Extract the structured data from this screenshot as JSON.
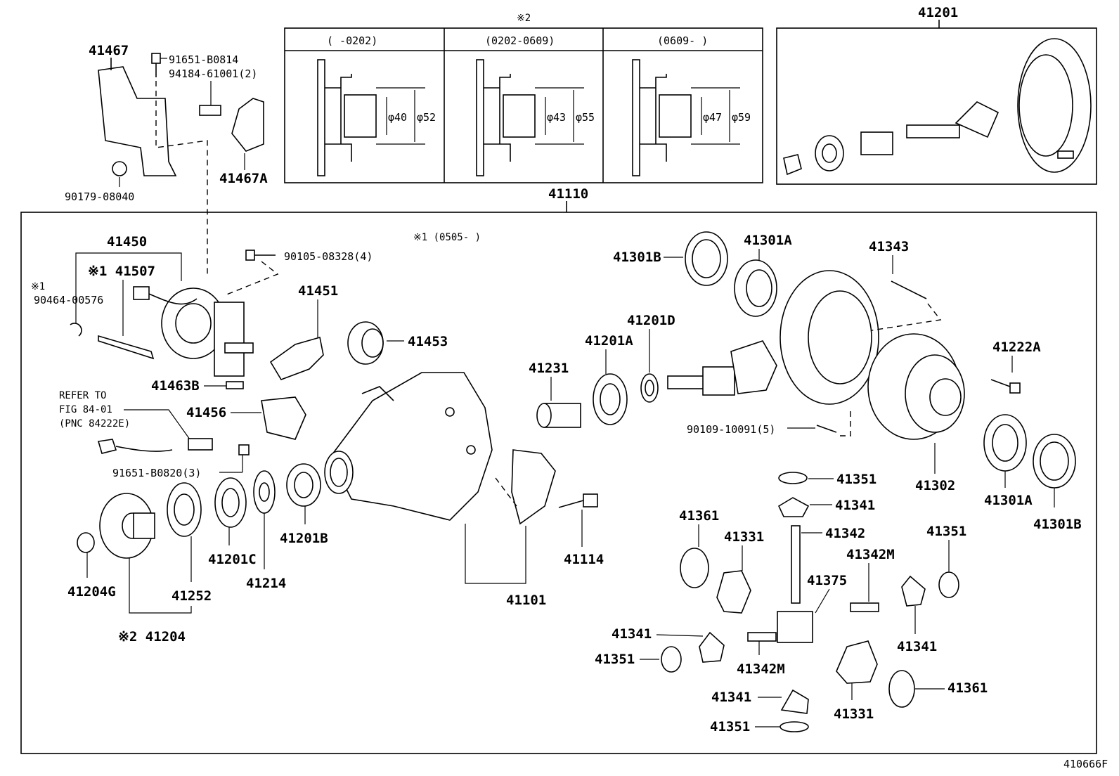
{
  "footer_code": "410666F",
  "main_group": "41110",
  "ring_gear_kit": "41201",
  "note_1_range": "※1 (0505-   )",
  "note_2_mark": "※2",
  "spec_panels": [
    {
      "period": "(    -0202)",
      "inner": "φ40",
      "outer": "φ52"
    },
    {
      "period": "(0202-0609)",
      "inner": "φ43",
      "outer": "φ55"
    },
    {
      "period": "(0609-    )",
      "inner": "φ47",
      "outer": "φ59"
    }
  ],
  "refer_note": [
    "REFER TO",
    "FIG 84-01",
    "(PNC 84222E)"
  ],
  "labels": {
    "p41467": "41467",
    "p91651_b0814": "91651-B0814",
    "p94184": "94184-61001(2)",
    "p41467a": "41467A",
    "p90179": "90179-08040",
    "p41450": "41450",
    "p41507": "※1 41507",
    "p90464_mark": "※1",
    "p90464": "90464-00576",
    "p90105": "90105-08328(4)",
    "p41451": "41451",
    "p41453": "41453",
    "p41463b": "41463B",
    "p41456": "41456",
    "p91651_b0820": "91651-B0820(3)",
    "p41201b": "41201B",
    "p41201c": "41201C",
    "p41214": "41214",
    "p41204g": "41204G",
    "p41252": "41252",
    "p41204": "※2 41204",
    "p41101": "41101",
    "p41114": "41114",
    "p41231": "41231",
    "p41201a": "41201A",
    "p41201d": "41201D",
    "p41301b_l": "41301B",
    "p41301a_l": "41301A",
    "p41343": "41343",
    "p41222a": "41222A",
    "p90109": "90109-10091(5)",
    "p41302": "41302",
    "p41301a_r": "41301A",
    "p41301b_r": "41301B",
    "p41351_a": "41351",
    "p41341_a": "41341",
    "p41342": "41342",
    "p41342m_a": "41342M",
    "p41375": "41375",
    "p41361_l": "41361",
    "p41331_l": "41331",
    "p41351_r": "41351",
    "p41341_r": "41341",
    "p41341_b": "41341",
    "p41351_b": "41351",
    "p41342m_b": "41342M",
    "p41341_c": "41341",
    "p41351_c": "41351",
    "p41331_b": "41331",
    "p41361_r": "41361"
  }
}
